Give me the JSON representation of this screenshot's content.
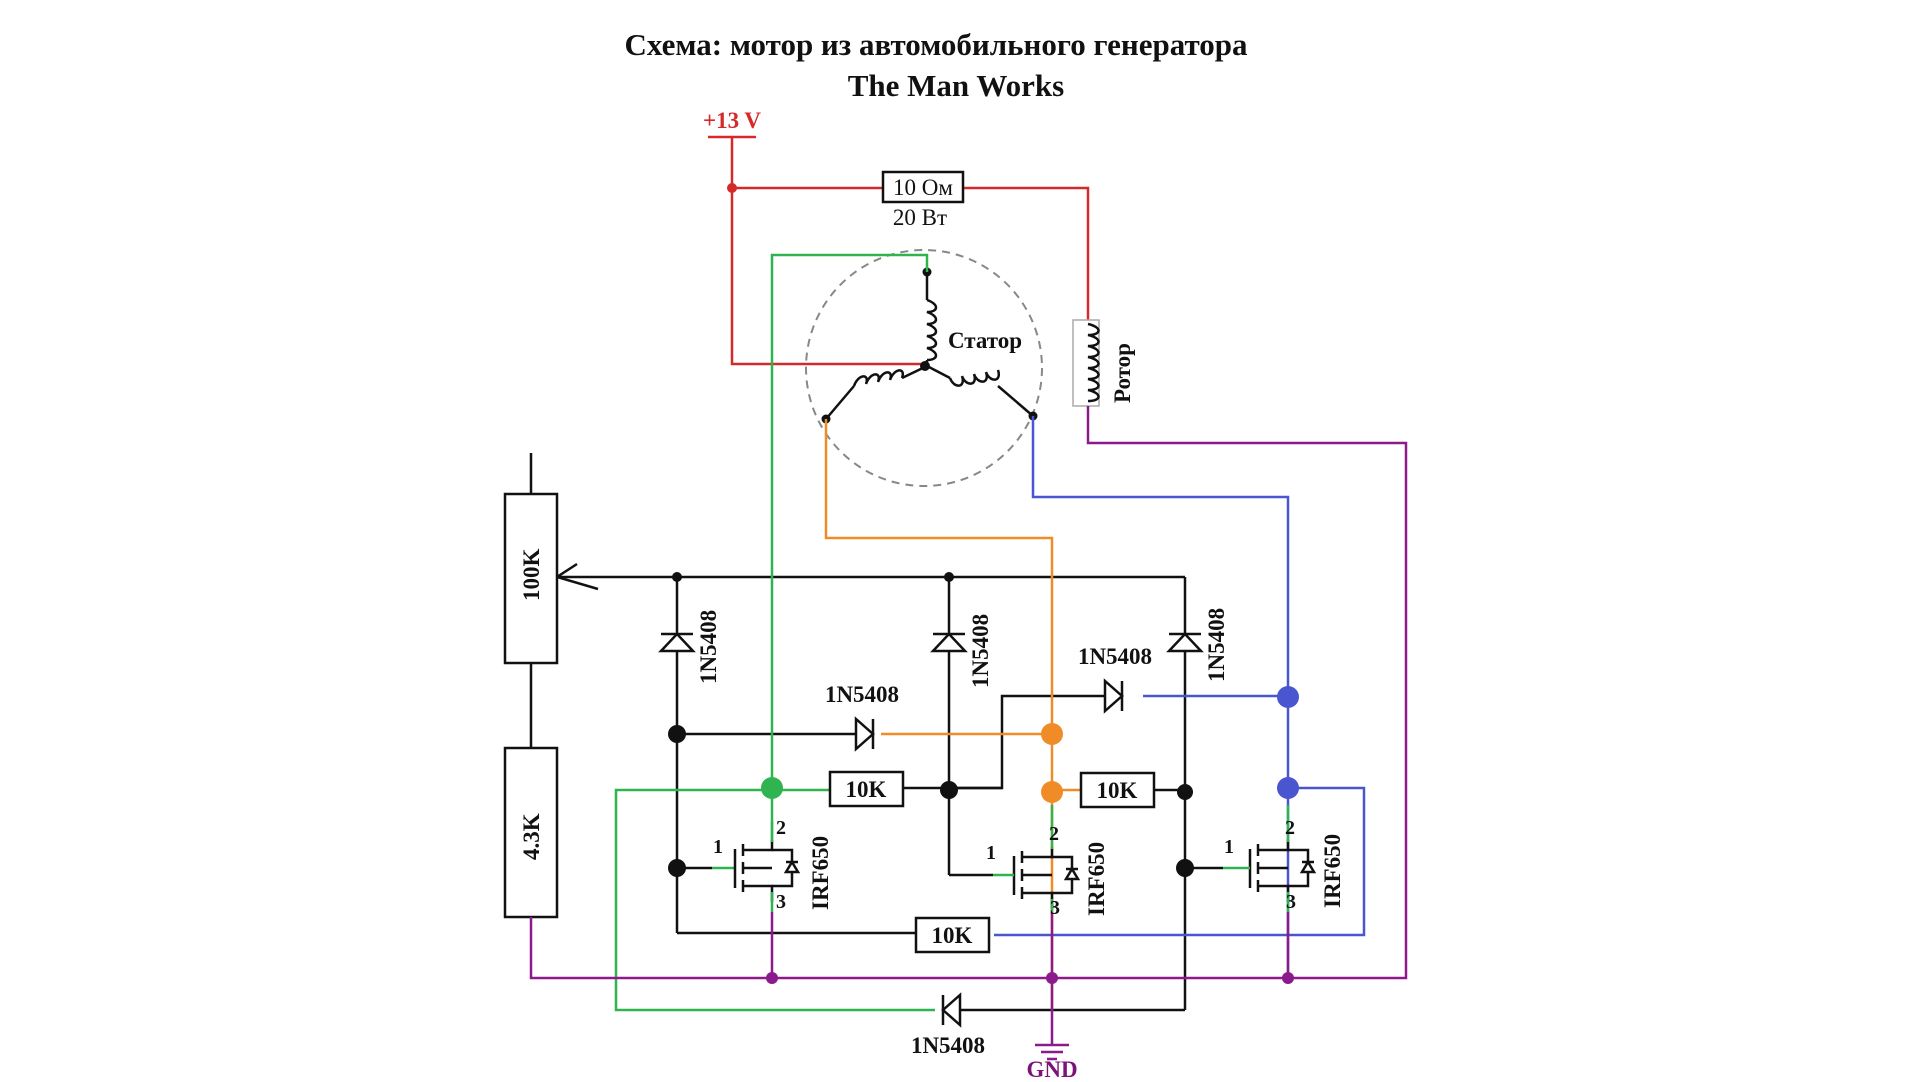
{
  "title": "Схема: мотор из автомобильного генератора",
  "subtitle": "The Man Works",
  "colors": {
    "red": "#d42a2a",
    "green": "#2fb450",
    "orange": "#f08c28",
    "blue": "#4a55d0",
    "purple": "#8c1a8c",
    "black": "#111111"
  },
  "labels": {
    "supply": "+13 V",
    "ground": "GND",
    "stator": "Статор",
    "rotor": "Ротор",
    "load_resistor_value": "10 Ом",
    "load_resistor_power": "20 Вт",
    "pot_top": "100K",
    "pot_bottom": "4.3K",
    "res_a": "10K",
    "res_b": "10K",
    "res_c": "10K",
    "diode_1": "1N5408",
    "diode_2": "1N5408",
    "diode_3": "1N5408",
    "diode_4": "1N5408",
    "diode_5": "1N5408",
    "diode_6": "1N5408",
    "mosfet_1": "IRF650",
    "mosfet_2": "IRF650",
    "mosfet_3": "IRF650",
    "pin_gate": "1",
    "pin_drain": "2",
    "pin_source": "3"
  }
}
